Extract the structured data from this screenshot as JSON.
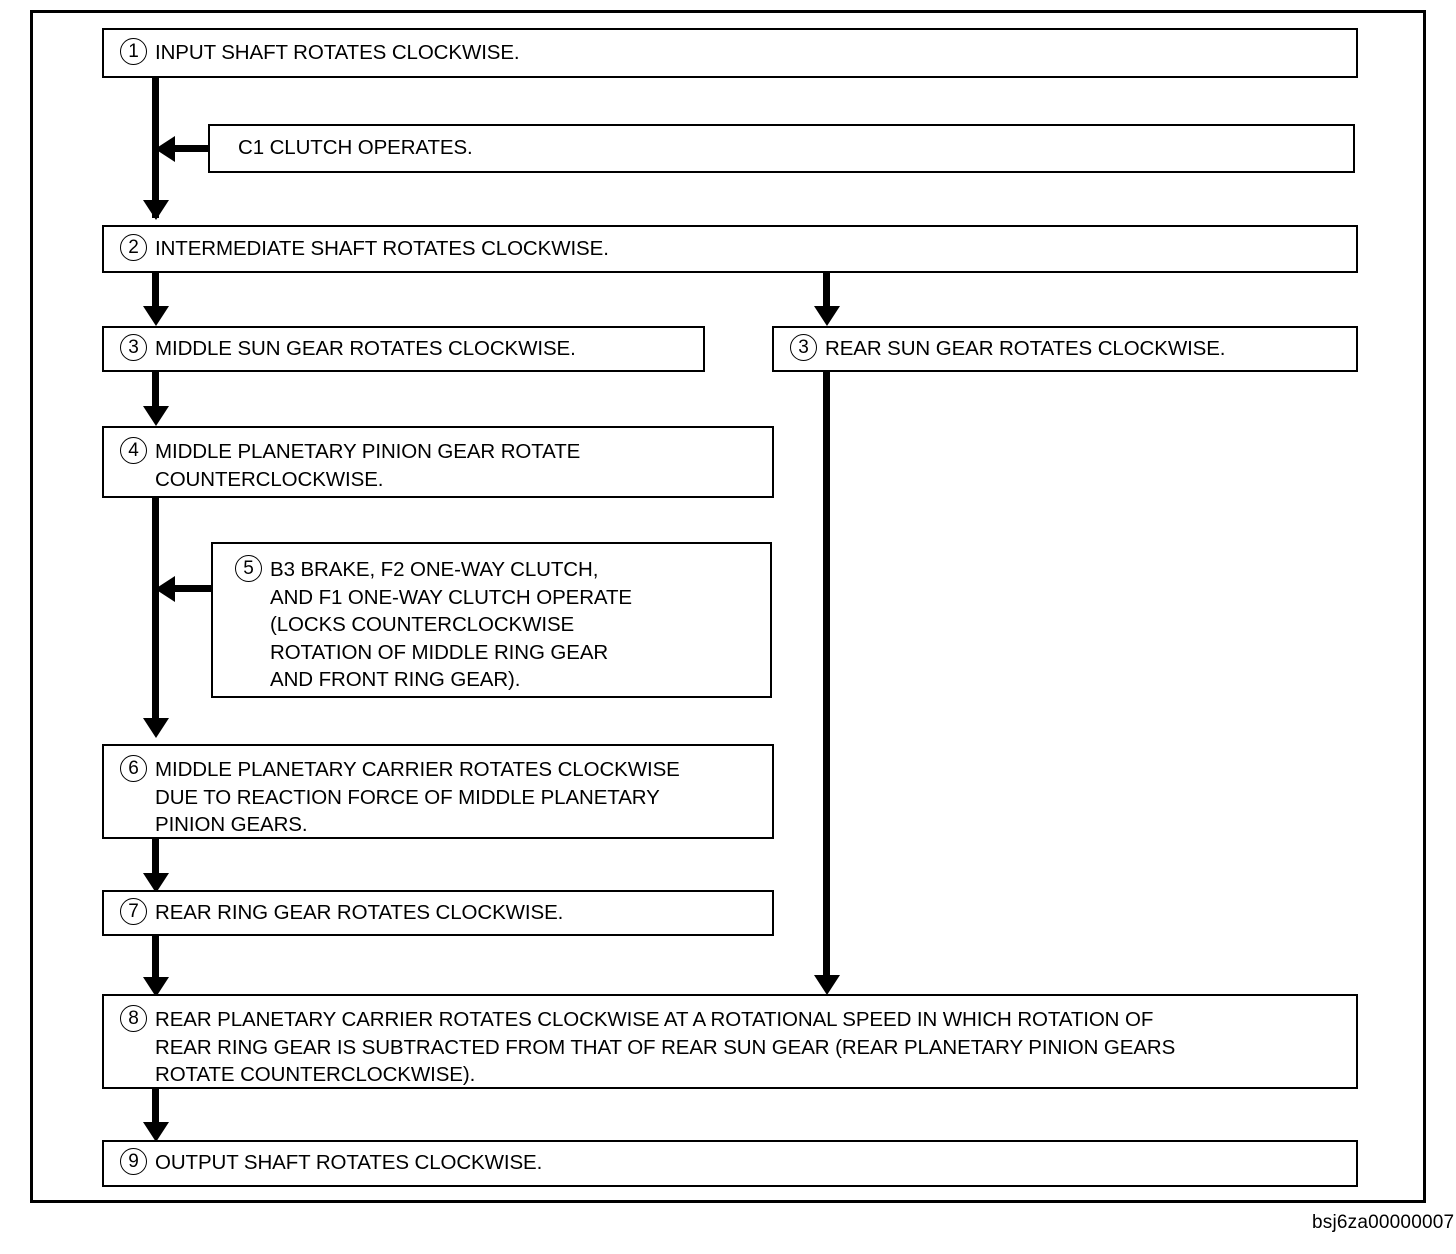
{
  "diagram": {
    "code_label": "bsj6za00000007",
    "nodes": [
      {
        "id": "n1",
        "number": "1",
        "text": "INPUT SHAFT ROTATES CLOCKWISE."
      },
      {
        "id": "c1",
        "number": "",
        "text": "C1 CLUTCH OPERATES."
      },
      {
        "id": "n2",
        "number": "2",
        "text": "INTERMEDIATE SHAFT ROTATES CLOCKWISE."
      },
      {
        "id": "n3a",
        "number": "3",
        "text": "MIDDLE SUN GEAR ROTATES CLOCKWISE."
      },
      {
        "id": "n3b",
        "number": "3",
        "text": "REAR SUN GEAR ROTATES CLOCKWISE."
      },
      {
        "id": "n4",
        "number": "4",
        "text": "MIDDLE PLANETARY PINION GEAR ROTATE\nCOUNTERCLOCKWISE."
      },
      {
        "id": "n5",
        "number": "5",
        "text": "B3 BRAKE, F2 ONE-WAY CLUTCH,\nAND F1 ONE-WAY CLUTCH OPERATE\n(LOCKS COUNTERCLOCKWISE\nROTATION OF MIDDLE RING GEAR\nAND FRONT RING GEAR)."
      },
      {
        "id": "n6",
        "number": "6",
        "text": "MIDDLE PLANETARY CARRIER ROTATES CLOCKWISE\nDUE TO REACTION FORCE OF MIDDLE PLANETARY\nPINION GEARS."
      },
      {
        "id": "n7",
        "number": "7",
        "text": "REAR RING GEAR ROTATES CLOCKWISE."
      },
      {
        "id": "n8",
        "number": "8",
        "text": "REAR PLANETARY CARRIER ROTATES CLOCKWISE AT A ROTATIONAL SPEED IN WHICH ROTATION OF\nREAR RING GEAR IS SUBTRACTED FROM THAT OF REAR SUN GEAR (REAR PLANETARY PINION GEARS\nROTATE COUNTERCLOCKWISE)."
      },
      {
        "id": "n9",
        "number": "9",
        "text": "OUTPUT SHAFT ROTATES CLOCKWISE."
      }
    ],
    "colors": {
      "line": "#000000",
      "background": "#ffffff"
    }
  }
}
